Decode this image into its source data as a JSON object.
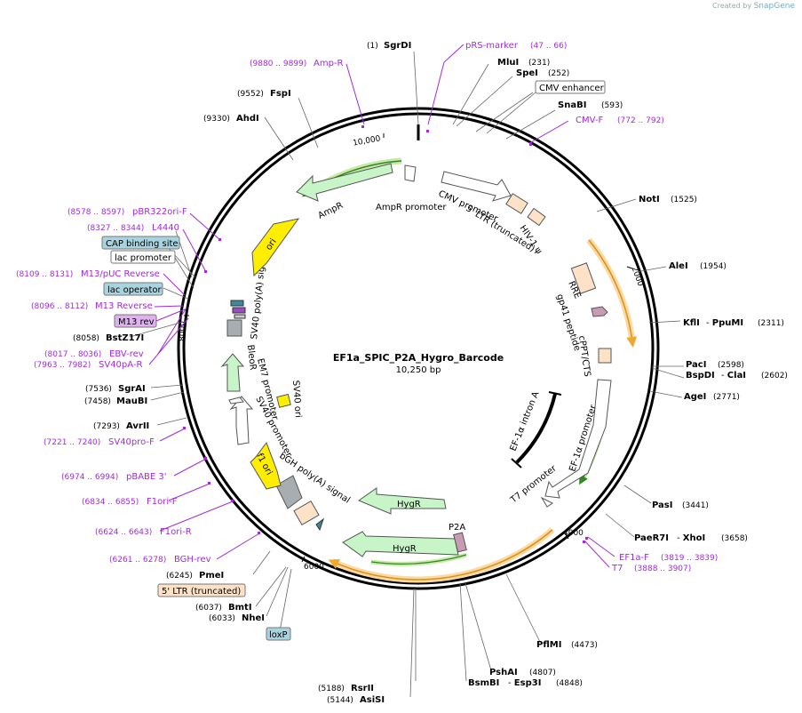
{
  "credit": {
    "prefix": "Created by",
    "brand": "SnapGene"
  },
  "title": "EF1a_SPIC_P2A_Hygro_Barcode",
  "size_label": "10,250 bp",
  "ticks": [
    "10,000",
    "2000",
    "4000",
    "6000",
    "8000"
  ],
  "sites": [
    {
      "pos": "(1)",
      "name": "SgrDI"
    },
    {
      "pos": "(231)",
      "name": "MluI"
    },
    {
      "pos": "(252)",
      "name": "SpeI"
    },
    {
      "pos": "(593)",
      "name": "SnaBI"
    },
    {
      "pos": "(1525)",
      "name": "NotI"
    },
    {
      "pos": "(1954)",
      "name": "AleI"
    },
    {
      "pos": "(2311)",
      "name": "KflI",
      "name2": "PpuMI"
    },
    {
      "pos": "(2598)",
      "name": "PacI"
    },
    {
      "pos": "(2602)",
      "name": "BspDI",
      "name2": "ClaI"
    },
    {
      "pos": "(2771)",
      "name": "AgeI"
    },
    {
      "pos": "(3441)",
      "name": "PasI"
    },
    {
      "pos": "(3658)",
      "name": "PaeR7I",
      "name2": "XhoI"
    },
    {
      "pos": "(4473)",
      "name": "PflMI"
    },
    {
      "pos": "(4807)",
      "name": "PshAI"
    },
    {
      "pos": "(4848)",
      "name": "BsmBI",
      "name2": "Esp3I"
    },
    {
      "pos": "(5188)",
      "name": "RsrII"
    },
    {
      "pos": "(5144)",
      "name": "AsiSI"
    },
    {
      "pos": "(6245)",
      "name": "PmeI"
    },
    {
      "pos": "(6037)",
      "name": "BmtI"
    },
    {
      "pos": "(6033)",
      "name": "NheI"
    },
    {
      "pos": "(7293)",
      "name": "AvrII"
    },
    {
      "pos": "(7458)",
      "name": "MauBI"
    },
    {
      "pos": "(7536)",
      "name": "SgrAI"
    },
    {
      "pos": "(8058)",
      "name": "BstZ17I"
    },
    {
      "pos": "(9330)",
      "name": "AhdI"
    },
    {
      "pos": "(9552)",
      "name": "FspI"
    }
  ],
  "primers": [
    {
      "name": "pRS-marker",
      "pos": "(47 .. 66)"
    },
    {
      "name": "Amp-R",
      "pos": "(9880 .. 9899)"
    },
    {
      "name": "CMV-F",
      "pos": "(772 .. 792)"
    },
    {
      "name": "EF1a-F",
      "pos": "(3819 .. 3839)"
    },
    {
      "name": "T7",
      "pos": "(3888 .. 3907)"
    },
    {
      "name": "pBR322ori-F",
      "pos": "(8578 .. 8597)"
    },
    {
      "name": "L4440",
      "pos": "(8327 .. 8344)"
    },
    {
      "name": "M13/pUC Reverse",
      "pos": "(8109 .. 8131)"
    },
    {
      "name": "M13 Reverse",
      "pos": "(8096 .. 8112)"
    },
    {
      "name": "EBV-rev",
      "pos": "(8017 .. 8036)"
    },
    {
      "name": "SV40pA-R",
      "pos": "(7963 .. 7982)"
    },
    {
      "name": "SV40pro-F",
      "pos": "(7221 .. 7240)"
    },
    {
      "name": "pBABE 3'",
      "pos": "(6974 .. 6994)"
    },
    {
      "name": "F1ori-F",
      "pos": "(6834 .. 6855)"
    },
    {
      "name": "F1ori-R",
      "pos": "(6624 .. 6643)"
    },
    {
      "name": "BGH-rev",
      "pos": "(6261 .. 6278)"
    }
  ],
  "boxes": {
    "cmv_enhancer": "CMV enhancer",
    "cap_site": "CAP binding site",
    "lac_promoter": "lac promoter",
    "lac_operator": "lac operator",
    "m13_rev": "M13 rev",
    "ltr_trunc": "5' LTR (truncated)",
    "loxp": "loxP"
  },
  "features": {
    "cmv_promoter": "CMV promoter",
    "ltr5": "5' LTR (truncated)",
    "hiv_psi": "HIV-1 ψ",
    "rre": "RRE",
    "gp41": "gp41 peptide",
    "cppt": "cPPT/CTS",
    "ef1a_promoter": "EF-1α promoter",
    "ef1a_intron": "EF-1α intron A",
    "t7_promoter": "T7 promoter",
    "hygr1": "HygR",
    "hygr2": "HygR",
    "p2a": "P2A",
    "bgh": "bGH poly(A) signal",
    "f1ori": "f1 ori",
    "sv40_promoter": "SV40 promoter",
    "em7": "EM7 promoter",
    "bleor": "BleoR",
    "sv40_ori": "SV40 ori",
    "sv40_polya": "SV40 poly(A) signal",
    "ori": "ori",
    "ampr": "AmpR",
    "ampr_promoter": "AmpR promoter"
  },
  "colors": {
    "primer": "#a12ad8",
    "orf_arc": "#f0a830",
    "orf_arc_green": "#4aa02c",
    "cds_fill": "#c8f5c8",
    "origin_fill": "#ffee00",
    "ltr_fill": "#fde2c8",
    "polya_fill": "#a8adb2",
    "cap_fill": "#a8d4e0",
    "m13_fill": "#e0b0f0"
  }
}
